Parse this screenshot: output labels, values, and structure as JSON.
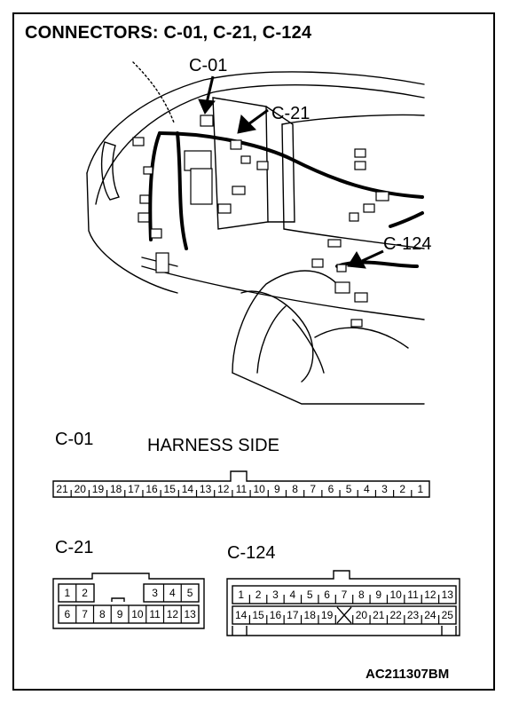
{
  "title": "CONNECTORS: C-01, C-21, C-124",
  "illustration": {
    "callouts": [
      "C-01",
      "C-21",
      "C-124"
    ]
  },
  "harness_side_label": "HARNESS SIDE",
  "connectors": [
    {
      "id": "C-01",
      "rows": [
        [
          "21",
          "20",
          "19",
          "18",
          "17",
          "16",
          "15",
          "14",
          "13",
          "12",
          "11",
          "10",
          "9",
          "8",
          "7",
          "6",
          "5",
          "4",
          "3",
          "2",
          "1"
        ]
      ]
    },
    {
      "id": "C-21",
      "rows": [
        [
          "1",
          "2",
          "",
          "",
          "",
          "3",
          "4",
          "5"
        ],
        [
          "6",
          "7",
          "8",
          "9",
          "10",
          "11",
          "12",
          "13"
        ]
      ]
    },
    {
      "id": "C-124",
      "rows": [
        [
          "1",
          "2",
          "3",
          "4",
          "5",
          "6",
          "7",
          "8",
          "9",
          "10",
          "11",
          "12",
          "13"
        ],
        [
          "14",
          "15",
          "16",
          "17",
          "18",
          "19",
          "",
          "20",
          "21",
          "22",
          "23",
          "24",
          "25"
        ]
      ]
    }
  ],
  "figure_code": "AC211307BM"
}
